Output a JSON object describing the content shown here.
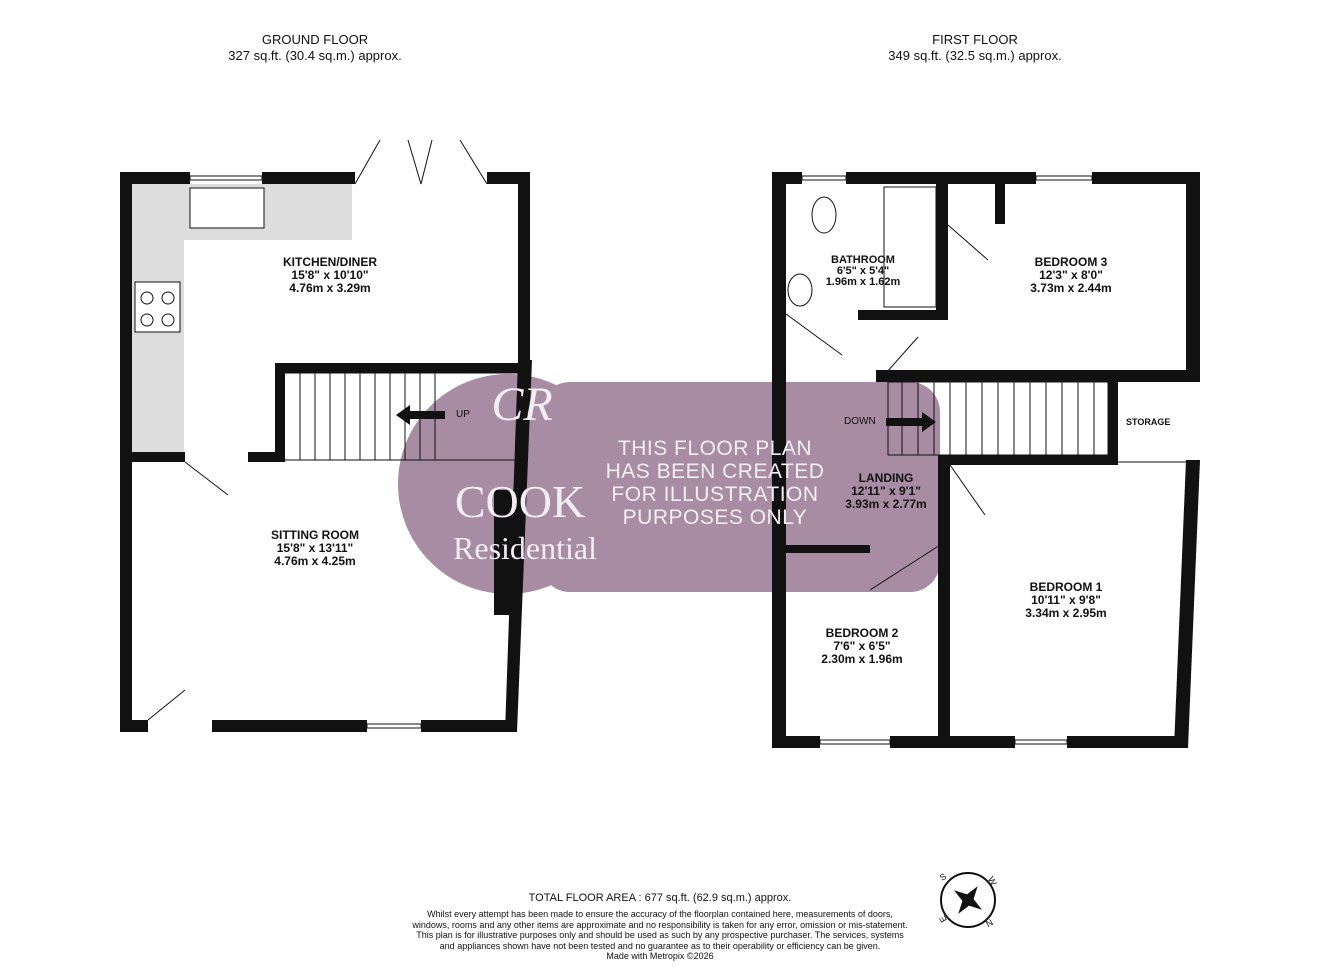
{
  "ground_floor": {
    "title": "GROUND FLOOR",
    "area": "327 sq.ft. (30.4 sq.m.) approx.",
    "rooms": [
      {
        "name": "KITCHEN/DINER",
        "imperial": "15'8\"  x 10'10\"",
        "metric": "4.76m  x 3.29m"
      },
      {
        "name": "SITTING ROOM",
        "imperial": "15'8\"  x 13'11\"",
        "metric": "4.76m  x 4.25m"
      }
    ],
    "stairs_label": "UP"
  },
  "first_floor": {
    "title": "FIRST FLOOR",
    "area": "349 sq.ft. (32.5 sq.m.) approx.",
    "rooms": [
      {
        "name": "BATHROOM",
        "imperial": "6'5\"  x 5'4\"",
        "metric": "1.96m  x 1.62m"
      },
      {
        "name": "BEDROOM 3",
        "imperial": "12'3\"  x 8'0\"",
        "metric": "3.73m  x 2.44m"
      },
      {
        "name": "LANDING",
        "imperial": "12'11\"  x 9'1\"",
        "metric": "3.93m  x 2.77m"
      },
      {
        "name": "BEDROOM 1",
        "imperial": "10'11\"  x 9'8\"",
        "metric": "3.34m  x 2.95m"
      },
      {
        "name": "BEDROOM 2",
        "imperial": "7'6\"  x 6'5\"",
        "metric": "2.30m  x 1.96m"
      }
    ],
    "storage_label": "STORAGE",
    "stairs_label": "DOWN"
  },
  "watermark": {
    "logo_initials": "CR",
    "logo_name": "COOK",
    "logo_sub": "Residential",
    "lines": [
      "THIS FLOOR PLAN",
      "HAS BEEN CREATED",
      "FOR ILLUSTRATION",
      "PURPOSES ONLY"
    ],
    "color": "#a88ca3"
  },
  "compass": {
    "letters": [
      "S",
      "W",
      "E",
      "N"
    ]
  },
  "footer": {
    "total": "TOTAL FLOOR AREA : 677 sq.ft. (62.9 sq.m.) approx.",
    "disclaimer": "Whilst every attempt has been made to ensure the accuracy of the floorplan contained here, measurements of doors, windows, rooms and any other items are approximate and no responsibility is taken for any error, omission or mis-statement. This plan is for illustrative purposes only and should be used as such by any prospective purchaser. The services, systems and appliances shown have not been tested and no guarantee as to their operability or efficiency can be given.",
    "made_with": "Made with Metropix ©2026"
  }
}
